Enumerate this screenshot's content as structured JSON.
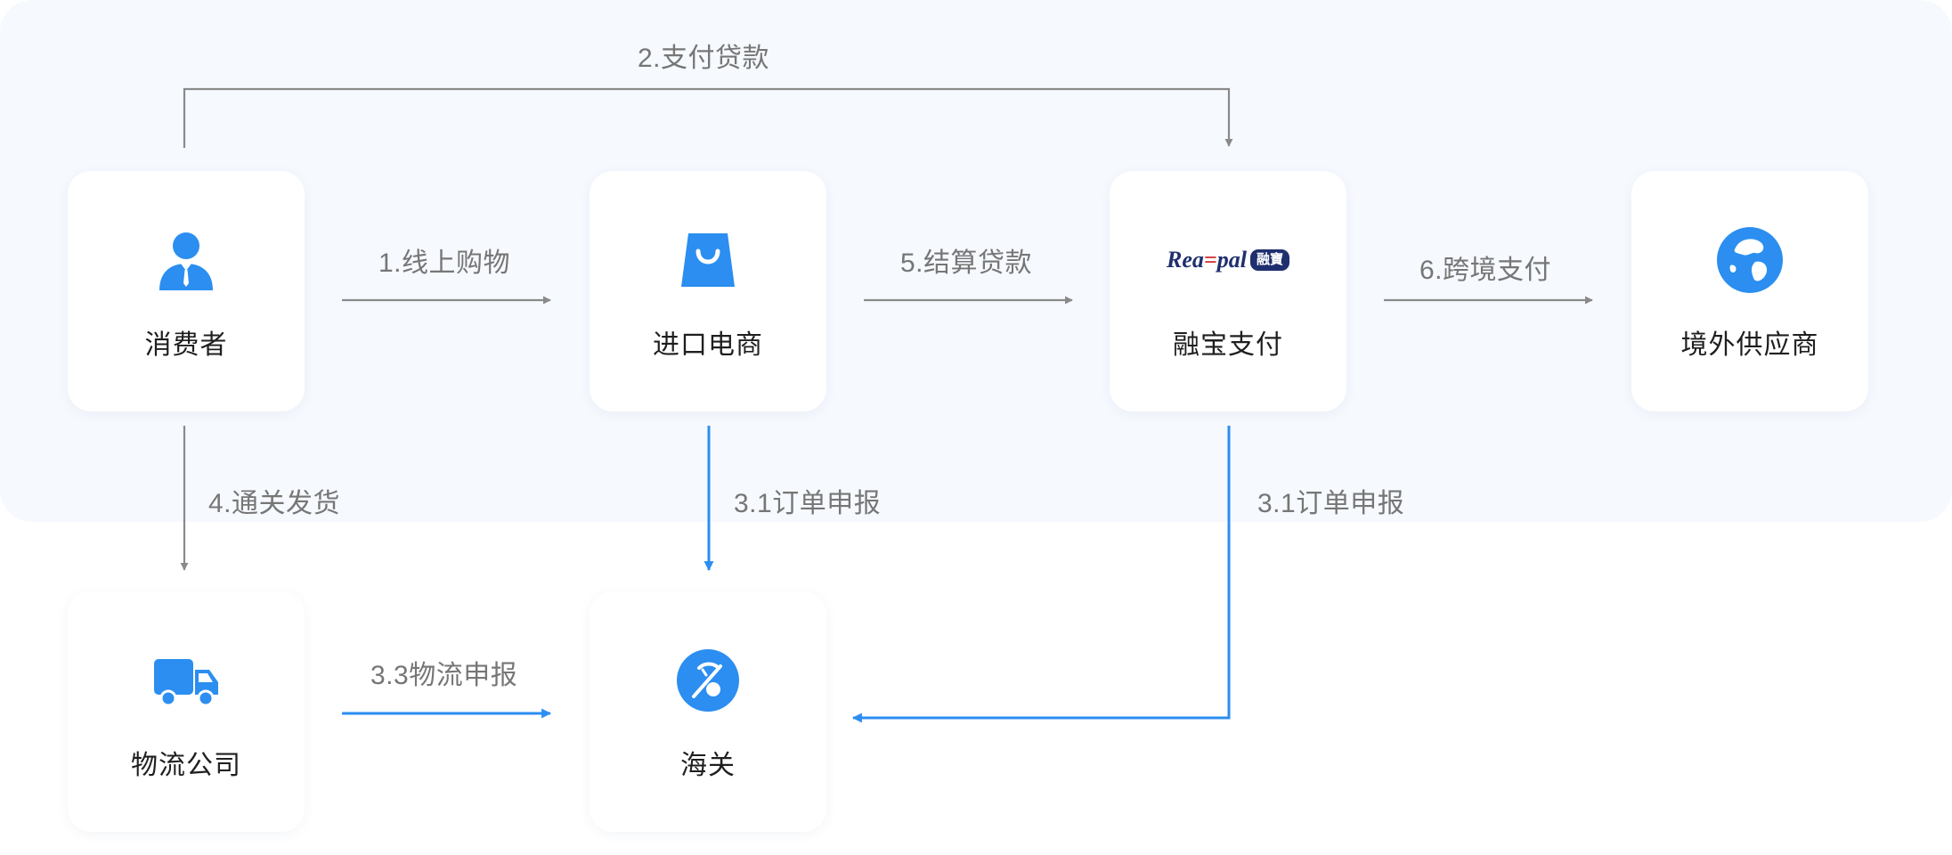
{
  "nodes": {
    "consumer": {
      "label": "消费者",
      "icon": "user-icon"
    },
    "merchant": {
      "label": "进口电商",
      "icon": "shopping-bag-icon"
    },
    "payment": {
      "label": "融宝支付",
      "icon": "reapal-logo",
      "logo_word": "Reapal",
      "logo_badge": "融寶"
    },
    "supplier": {
      "label": "境外供应商",
      "icon": "globe-icon"
    },
    "logistics": {
      "label": "物流公司",
      "icon": "truck-icon"
    },
    "customs": {
      "label": "海关",
      "icon": "customs-emblem-icon"
    }
  },
  "edges": {
    "pay_goods": "2.支付贷款",
    "online_shopping": "1.线上购物",
    "settle_payment": "5.结算贷款",
    "cross_border_pay": "6.跨境支付",
    "customs_ship": "4.通关发货",
    "order_declare_merchant": "3.1订单申报",
    "order_declare_payment": "3.1订单申报",
    "logistics_declare": "3.3物流申报"
  },
  "colors": {
    "accent": "#2b8ef0",
    "connector_gray": "#8a8a8a",
    "panel_bg": "#f6f9fe",
    "logo_navy": "#1f2f6e",
    "logo_red": "#d23b3b"
  }
}
